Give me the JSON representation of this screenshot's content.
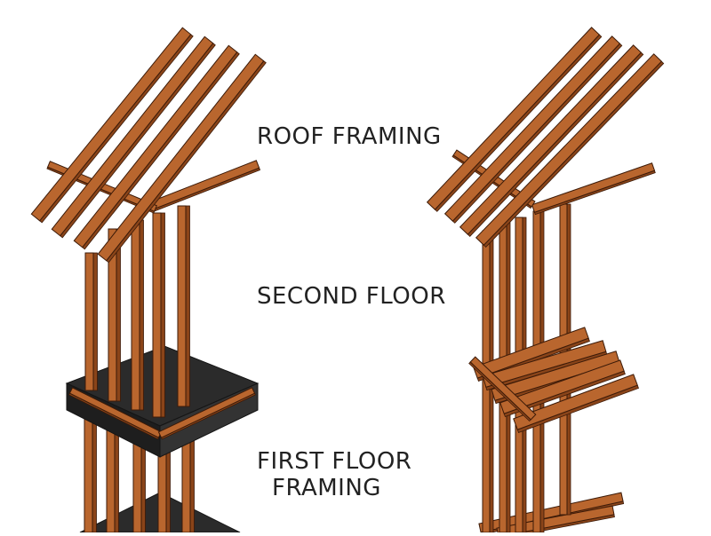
{
  "labels": {
    "roof_framing": "ROOF FRAMING",
    "second_floor": "SECOND FLOOR",
    "first_floor_line1": "FIRST FLOOR",
    "first_floor_line2": "FRAMING"
  },
  "colors": {
    "wood_front": "#b9662e",
    "wood_side": "#8a4419",
    "wood_top": "#d88a4c",
    "outline": "#3b1a08",
    "subfloor": "#2b2b2b",
    "subfloor_edge": "#151515",
    "background": "#ffffff",
    "label_text": "#222222"
  }
}
